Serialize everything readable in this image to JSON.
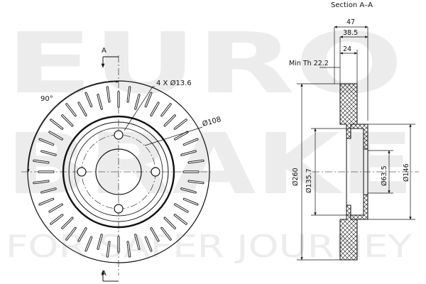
{
  "watermark": {
    "line1": "EURO",
    "line2": "BRAKE",
    "tagline": "FOR SAFER JOURNEY"
  },
  "front_view": {
    "section_marker_top": "A",
    "section_marker_bottom": "A",
    "angle_label": "90°",
    "bolt_holes_label": "4 X Ø13.6",
    "pcd_label": "Ø108",
    "bolt_hole_count": 4
  },
  "section_view": {
    "title": "Section A–A",
    "min_thickness_label": "Min Th 22.2",
    "dim_total_width": "47",
    "dim_offset": "38.5",
    "dim_disc_thickness": "24",
    "dim_outer_diameter": "Ø260",
    "dim_hat_diameter": "Ø135.7",
    "dim_center_bore": "Ø63.5",
    "dim_hat_outer": "Ø146"
  },
  "colors": {
    "line": "#111111",
    "watermark": "#ececec",
    "background": "#ffffff"
  }
}
